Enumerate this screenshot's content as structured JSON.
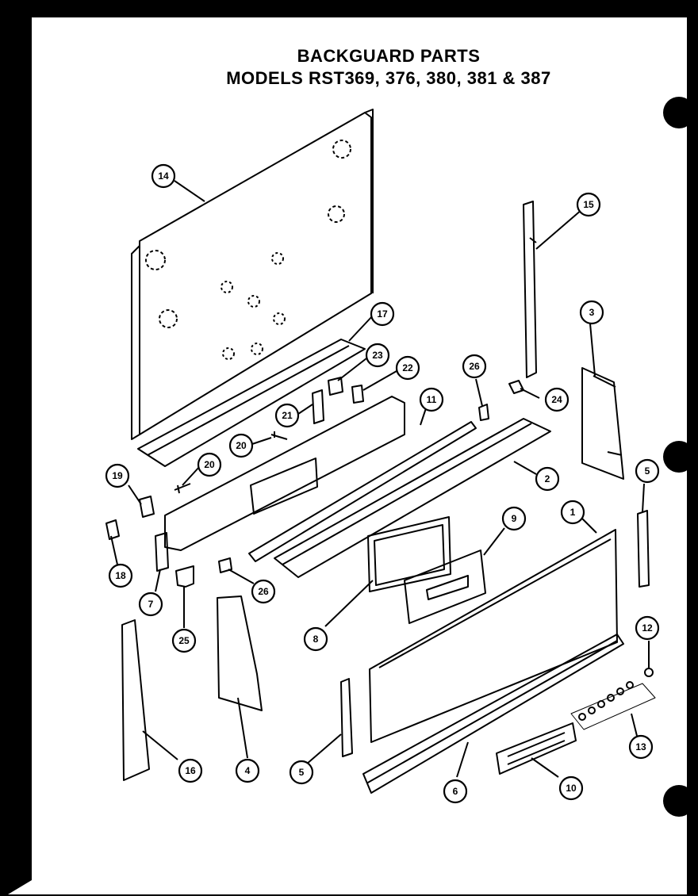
{
  "title": {
    "line1": "BACKGUARD PARTS",
    "line2": "MODELS RST369, 376, 380, 381 & 387"
  },
  "callouts": {
    "c1": "1",
    "c2": "2",
    "c3": "3",
    "c4": "4",
    "c5a": "5",
    "c5b": "5",
    "c6": "6",
    "c7": "7",
    "c8": "8",
    "c9": "9",
    "c10": "10",
    "c11": "11",
    "c12": "12",
    "c13": "13",
    "c14": "14",
    "c15": "15",
    "c16": "16",
    "c17": "17",
    "c18": "18",
    "c19": "19",
    "c20a": "20",
    "c20b": "20",
    "c21": "21",
    "c22": "22",
    "c23": "23",
    "c24": "24",
    "c25": "25",
    "c26a": "26",
    "c26b": "26"
  },
  "colors": {
    "paper": "#ffffff",
    "ink": "#000000",
    "background": "#000000"
  }
}
